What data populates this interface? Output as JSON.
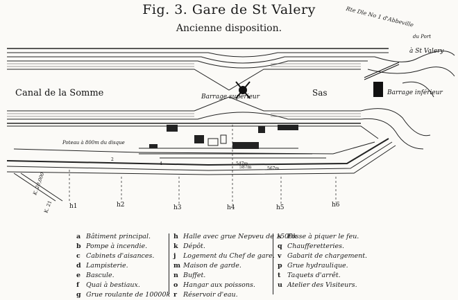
{
  "header": {
    "title": "Fig. 3. Gare de St Valery",
    "subtitle": "Ancienne disposition."
  },
  "map": {
    "canal_label": "Canal de la Somme",
    "barrage_label": "Barrage supérieur",
    "sas_label": "Sas",
    "barrage_inf_label": "Barrage inférieur",
    "vers_label": "à St Valery",
    "road_label": "Rte Dle No 1 d'Abbeville",
    "port_label": "du Port",
    "poteau_label": "Poteau à 800m du disque",
    "km_label_1": "K. 21",
    "km_label_2": "K. 20,000",
    "lines": [
      "h1",
      "h2",
      "h3",
      "h4",
      "h5",
      "h6"
    ],
    "track_marks": [
      "547m",
      "587m",
      "567m",
      "2",
      "4"
    ]
  },
  "legend": {
    "col1": [
      {
        "code": "a",
        "text": "Bâtiment principal."
      },
      {
        "code": "b",
        "text": "Pompe à incendie."
      },
      {
        "code": "c",
        "text": "Cabinets d'aisances."
      },
      {
        "code": "d",
        "text": "Lampisterie."
      },
      {
        "code": "e",
        "text": "Bascule."
      },
      {
        "code": "f",
        "text": "Quai à bestiaux."
      },
      {
        "code": "g",
        "text": "Grue roulante de 10000k"
      }
    ],
    "col2": [
      {
        "code": "h",
        "text": "Halle avec grue Nepveu de 1500k"
      },
      {
        "code": "k",
        "text": "Dépôt."
      },
      {
        "code": "j",
        "text": "Logement du Chef de gare."
      },
      {
        "code": "m",
        "text": "Maison de garde."
      },
      {
        "code": "n",
        "text": "Buffet."
      },
      {
        "code": "o",
        "text": "Hangar aux poissons."
      },
      {
        "code": "r",
        "text": "Réservoir d'eau."
      }
    ],
    "col3": [
      {
        "code": "s",
        "text": "Fosse à piquer le feu."
      },
      {
        "code": "q",
        "text": "Chaufferetteries."
      },
      {
        "code": "v",
        "text": "Gabarit de chargement."
      },
      {
        "code": "p",
        "text": "Grue hydraulique."
      },
      {
        "code": "t",
        "text": "Taquets d'arrêt."
      },
      {
        "code": "u",
        "text": "Atelier des Visiteurs."
      }
    ]
  }
}
